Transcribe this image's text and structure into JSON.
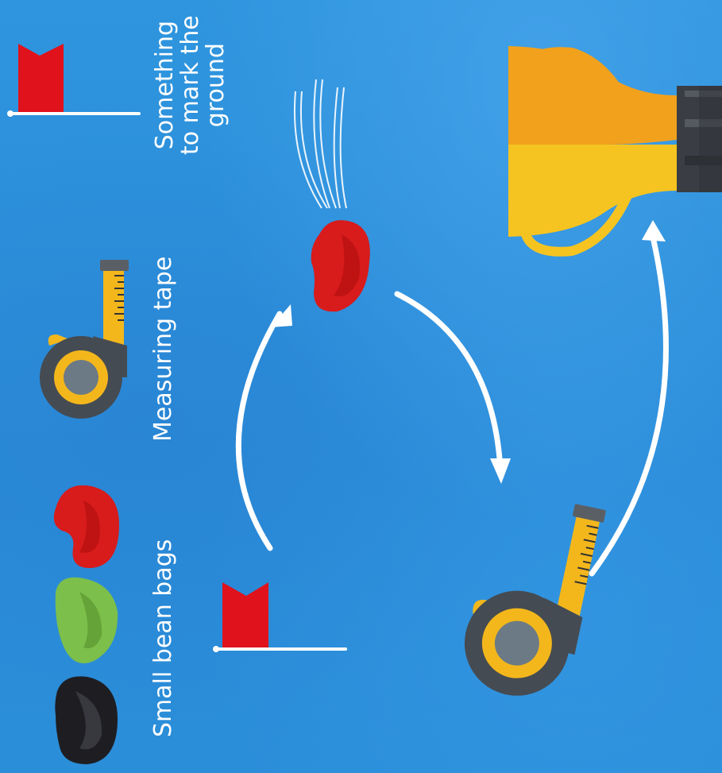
{
  "legend": {
    "items": [
      {
        "label": "Something to mark the ground",
        "lines": [
          "Something",
          "to mark the",
          "ground"
        ],
        "icon": "flag-marker-icon"
      },
      {
        "label": "Measuring tape",
        "lines": [
          "Measuring tape"
        ],
        "icon": "measuring-tape-icon"
      },
      {
        "label": "Small bean bags",
        "lines": [
          "Small bean bags"
        ],
        "icon": "bean-bag-icon"
      }
    ]
  },
  "colors": {
    "background": "#2b8fdb",
    "flag": "#e0121c",
    "bean_red": "#d81b1b",
    "bean_green": "#7cbf4a",
    "bean_black": "#1e1e22",
    "tape_body": "#454b52",
    "tape_yellow": "#f3b71c",
    "trophy_orange": "#f2a11c",
    "trophy_yellow": "#f6c420",
    "trophy_base": "#3a3e44",
    "arrow": "#ffffff"
  },
  "cycle_steps": [
    "flag-marker-icon",
    "bean-bag-icon",
    "measuring-tape-icon",
    "trophy-icon"
  ]
}
